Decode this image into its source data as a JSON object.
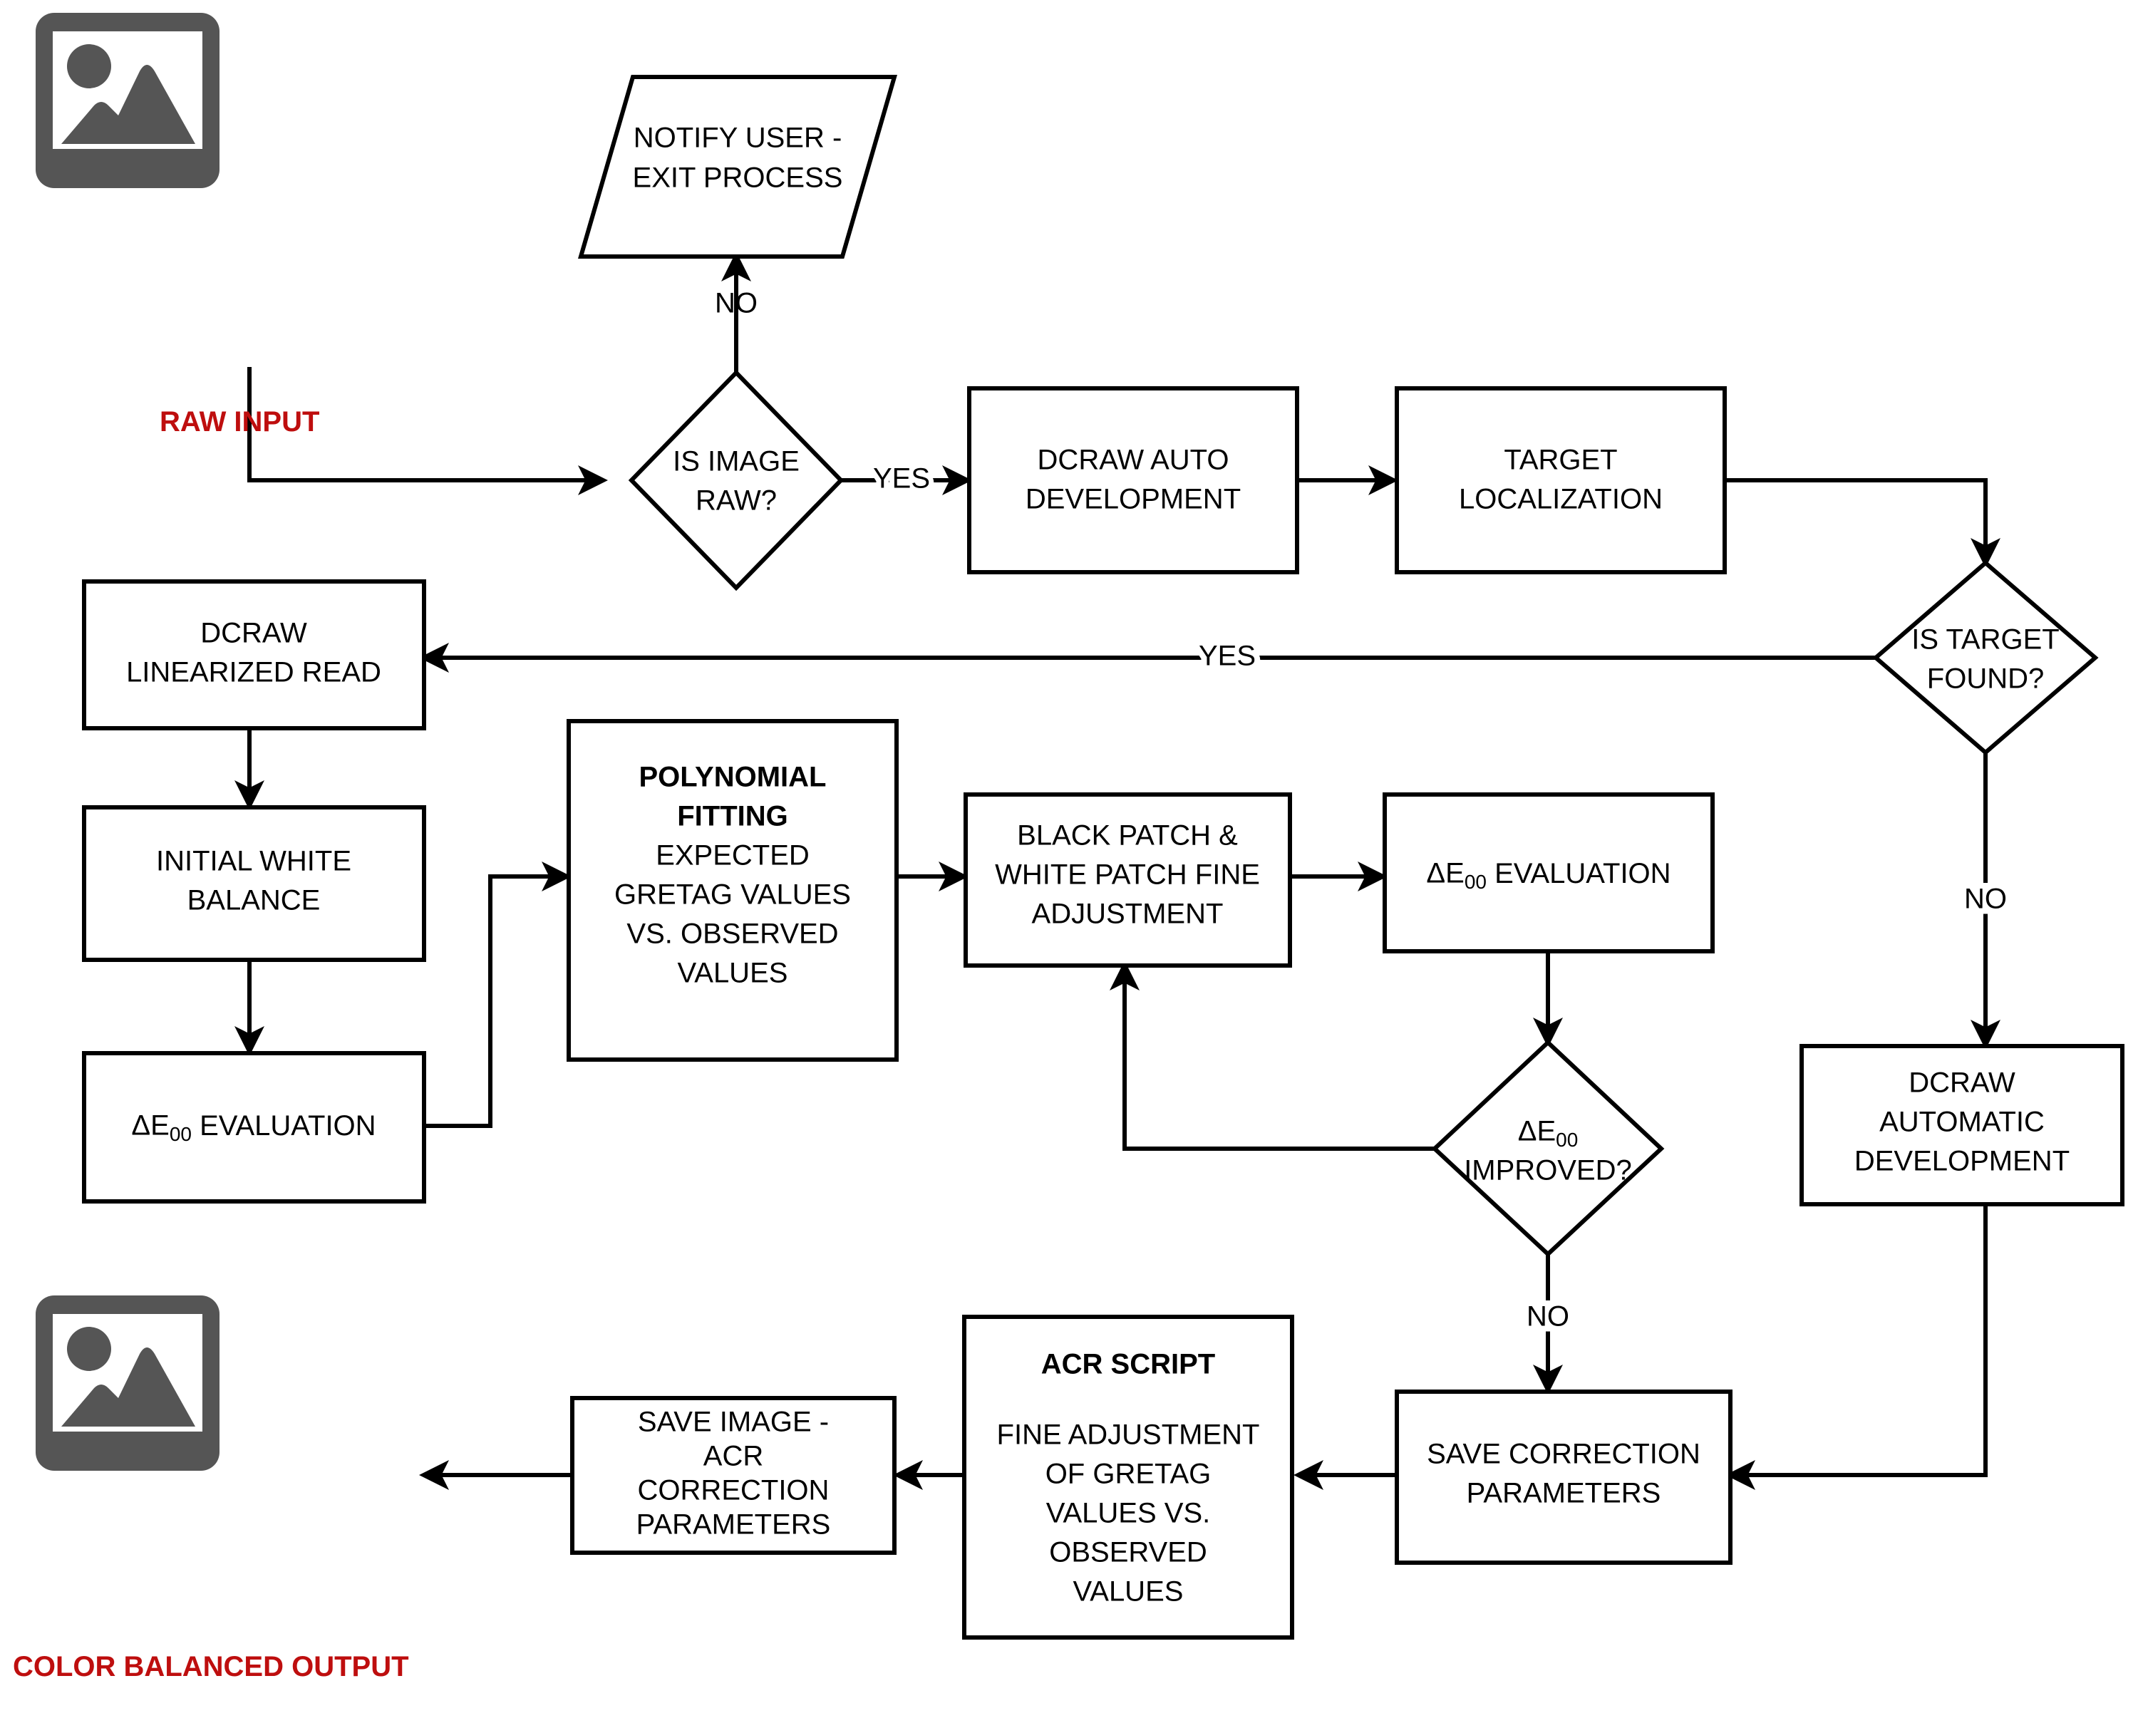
{
  "diagram": {
    "title": "RAW image color-correction pipeline flowchart",
    "accent_red": "#BE0E0E",
    "line_color": "#000000",
    "icon_color": "#555555",
    "io_labels": {
      "input": "RAW INPUT",
      "output": "COLOR BALANCED OUTPUT"
    },
    "icons": {
      "input_image": "image-placeholder-icon",
      "output_image": "image-placeholder-icon"
    },
    "nodes": {
      "notify_user": {
        "type": "parallelogram",
        "lines": [
          "NOTIFY USER -",
          "EXIT PROCESS"
        ]
      },
      "is_image_raw": {
        "type": "decision",
        "lines": [
          "IS IMAGE",
          "RAW?"
        ]
      },
      "dcraw_auto_development": {
        "type": "process",
        "lines": [
          "DCRAW AUTO",
          "DEVELOPMENT"
        ]
      },
      "target_localization": {
        "type": "process",
        "lines": [
          "TARGET",
          "LOCALIZATION"
        ]
      },
      "is_target_found": {
        "type": "decision",
        "lines": [
          "IS TARGET",
          "FOUND?"
        ]
      },
      "dcraw_linearized_read": {
        "type": "process",
        "lines": [
          "DCRAW",
          "LINEARIZED READ"
        ]
      },
      "initial_white_balance": {
        "type": "process",
        "lines": [
          "INITIAL WHITE",
          "BALANCE"
        ]
      },
      "delta_e_eval_left": {
        "type": "process",
        "lines": [
          "ΔE00 EVALUATION"
        ],
        "math": "deltaE00"
      },
      "polynomial_fitting": {
        "type": "process",
        "bold_lines": [
          "POLYNOMIAL",
          "FITTING"
        ],
        "lines": [
          "EXPECTED",
          "GRETAG VALUES",
          "VS. OBSERVED",
          "VALUES"
        ]
      },
      "black_white_patch": {
        "type": "process",
        "lines": [
          "BLACK PATCH &",
          "WHITE PATCH FINE",
          "ADJUSTMENT"
        ]
      },
      "delta_e_eval_mid": {
        "type": "process",
        "lines": [
          "ΔE00 EVALUATION"
        ],
        "math": "deltaE00"
      },
      "delta_e_improved": {
        "type": "decision",
        "lines": [
          "ΔE00",
          "IMPROVED?"
        ],
        "math": "deltaE00"
      },
      "dcraw_automatic_development": {
        "type": "process",
        "lines": [
          "DCRAW",
          "AUTOMATIC",
          "DEVELOPMENT"
        ]
      },
      "save_correction_parameters": {
        "type": "process",
        "lines": [
          "SAVE CORRECTION",
          "PARAMETERS"
        ]
      },
      "acr_script": {
        "type": "process",
        "bold_lines": [
          "ACR SCRIPT"
        ],
        "lines": [
          "FINE ADJUSTMENT",
          "OF GRETAG",
          "VALUES VS.",
          "OBSERVED",
          "VALUES"
        ]
      },
      "save_image": {
        "type": "process",
        "lines": [
          "SAVE IMAGE -",
          "ACR",
          "CORRECTION",
          "PARAMETERS"
        ]
      }
    },
    "edge_labels": {
      "raw_no": "NO",
      "raw_yes": "YES",
      "target_yes": "YES",
      "target_no": "NO",
      "improved_no": "NO"
    }
  }
}
